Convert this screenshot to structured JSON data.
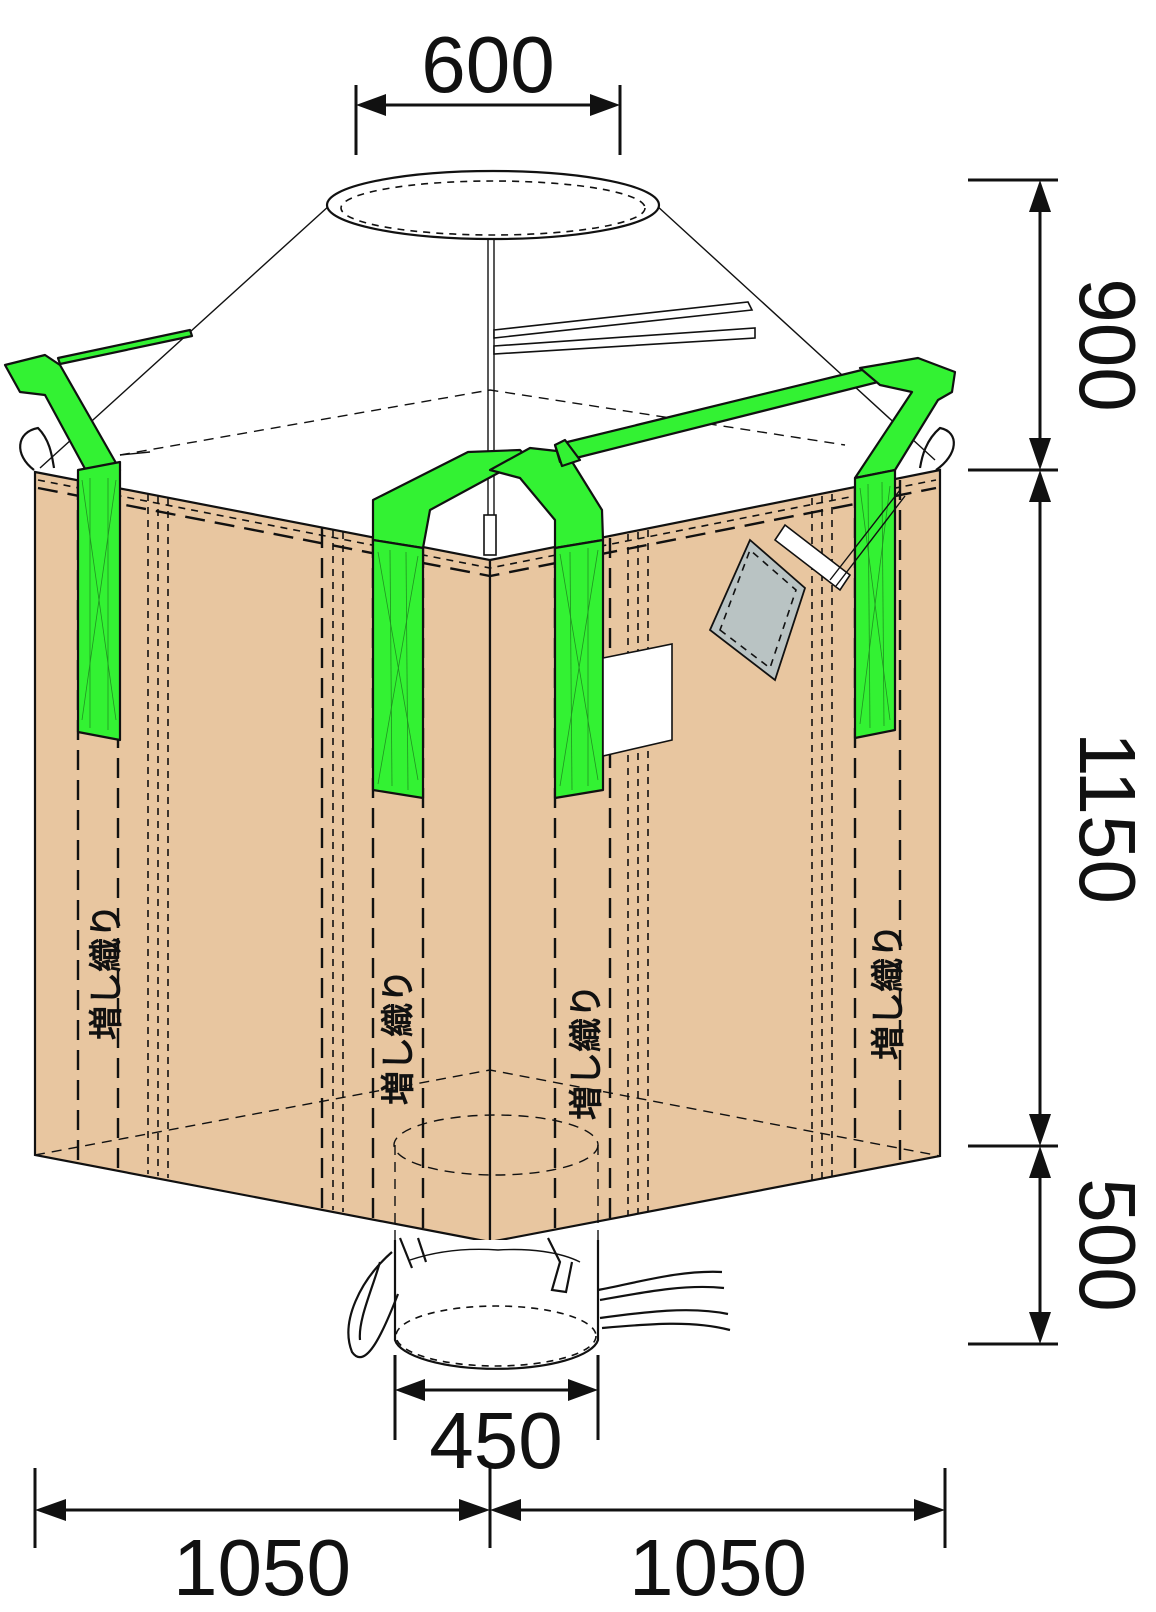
{
  "dimensions": {
    "top_spout_diameter": "600",
    "top_cone_height": "900",
    "body_height": "1150",
    "bottom_spout_height": "500",
    "bottom_spout_diameter": "450",
    "width_left": "1050",
    "width_right": "1050"
  },
  "labels": {
    "reinforced_weave": "増し織り"
  },
  "colors": {
    "bag_body": "#e8c6a0",
    "lifting_belt": "#33f233",
    "tag_pocket": "#b9c3c3",
    "label_card": "#ffffff"
  }
}
